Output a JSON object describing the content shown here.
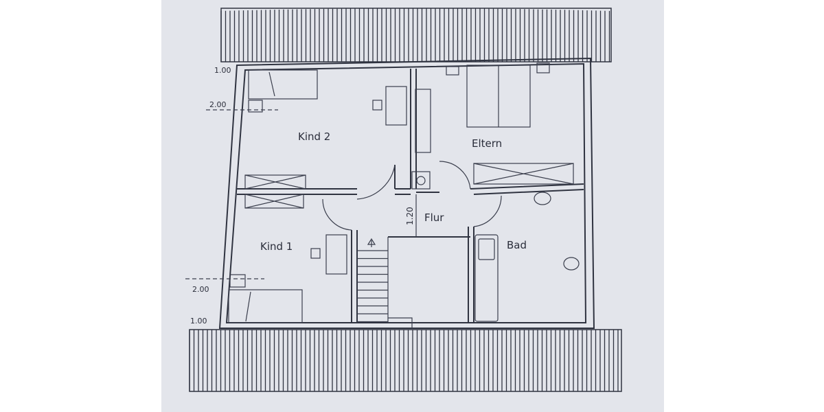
{
  "rooms": {
    "kind2": "Kind 2",
    "eltern": "Eltern",
    "flur": "Flur",
    "kind1": "Kind 1",
    "bad": "Bad"
  },
  "dimensions": {
    "top_left_1": "1.00",
    "top_left_2": "2.00",
    "bottom_left_2": "2.00",
    "bottom_left_1": "1.00",
    "flur_width": "1.20"
  },
  "colors": {
    "paper": "#e3e5eb",
    "ink": "#2f3340"
  }
}
